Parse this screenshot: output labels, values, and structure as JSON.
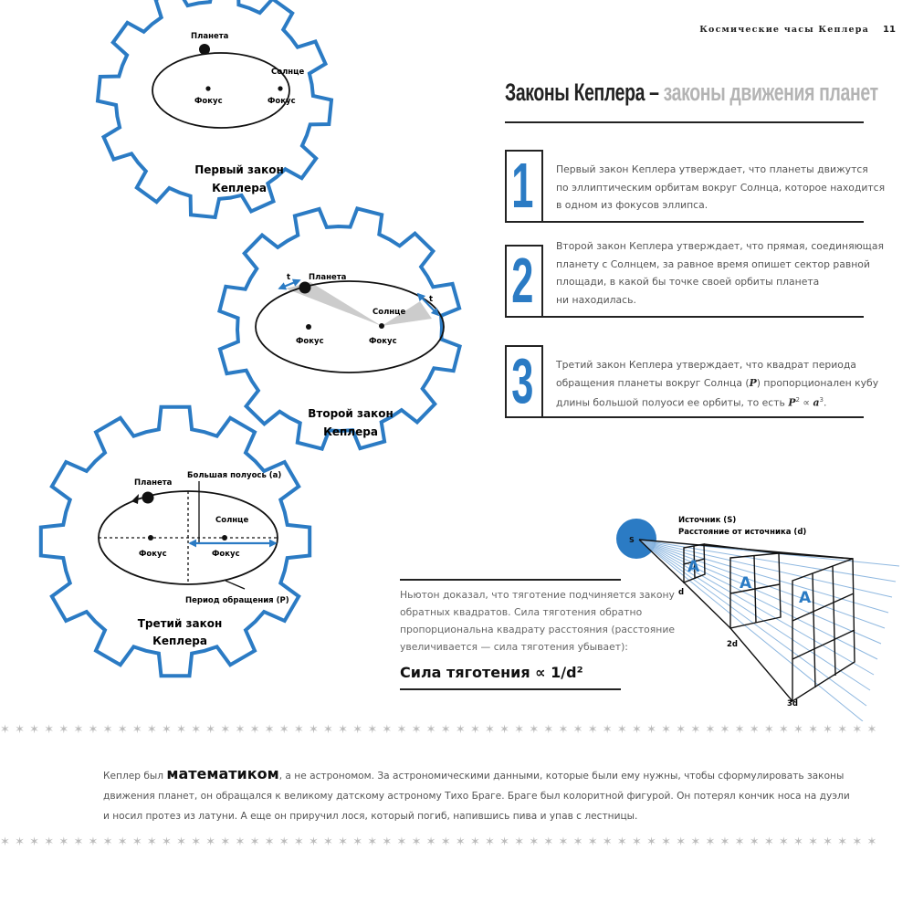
{
  "header": {
    "running_title": "Космические часы Кеплера",
    "page_number": "11"
  },
  "title": {
    "main": "Законы Кеплера –",
    "sub": "законы движения планет"
  },
  "laws": [
    {
      "number": "1",
      "lines": [
        "Первый закон Кеплера утверждает, что планеты движутся",
        "по эллиптическим орбитам вокруг Солнца, которое находится",
        "в одном из фокусов эллипса."
      ]
    },
    {
      "number": "2",
      "lines": [
        "Второй закон Кеплера утверждает, что прямая, соединяющая",
        "планету с Солнцем, за равное время опишет сектор равной",
        "площади, в какой бы точке своей орбиты планета",
        "ни находилась."
      ]
    },
    {
      "number": "3",
      "lines": [
        "Третий закон Кеплера утверждает, что квадрат периода",
        "обращения планеты вокруг Солнца (",
        "P",
        ") пропорционален кубу",
        "длины большой полуоси ее орбиты, то есть ",
        "P",
        "2",
        " ∝ ",
        "a",
        "3",
        "."
      ]
    }
  ],
  "diagrams": {
    "first": {
      "planet": "Планета",
      "sun": "Солнце",
      "focus1": "Фокус",
      "focus2": "Фокус",
      "caption1": "Первый закон",
      "caption2": "Кеплера"
    },
    "second": {
      "planet": "Планета",
      "sun": "Солнце",
      "focus1": "Фокус",
      "focus2": "Фокус",
      "t1": "t",
      "t2": "t",
      "caption1": "Второй закон",
      "caption2": "Кеплера"
    },
    "third": {
      "planet": "Планета",
      "axis": "Большая полуось (a)",
      "sun": "Солнце",
      "focus1": "Фокус",
      "focus2": "Фокус",
      "period": "Период обращения (P)",
      "caption1": "Третий закон",
      "caption2": "Кеплера"
    },
    "inverse_square": {
      "source_label": "Источник (S)",
      "distance_label": "Расстояние от источника (d)",
      "s": "S",
      "d1": "d",
      "d2": "2d",
      "d3": "3d",
      "area": "A"
    }
  },
  "newton": {
    "lines": [
      "Ньютон доказал, что тяготение подчиняется закону",
      "обратных квадратов. Сила тяготения обратно",
      "пропорциональна квадрату расстояния (расстояние",
      "увеличивается — сила тяготения убывает):"
    ],
    "formula": "Сила тяготения ∝ 1/d²"
  },
  "fact": {
    "pre": "Кеплер был ",
    "bold": "математиком",
    "line1_rest": ", а не астрономом. За астрономическими данными, которые были ему нужны, чтобы сформулировать законы",
    "line2": "движения планет, он обращался к великому датскому астроному Тихо Браге. Браге был колоритной фигурой. Он потерял кончик носа на дуэли",
    "line3": "и носил протез из латуни. А еще он приручил лося, который погиб, напившись пива и упав с лестницы."
  },
  "divider_glyph": "✶",
  "colors": {
    "accent": "#2b7bc4",
    "gray": "#b4b4b4"
  }
}
